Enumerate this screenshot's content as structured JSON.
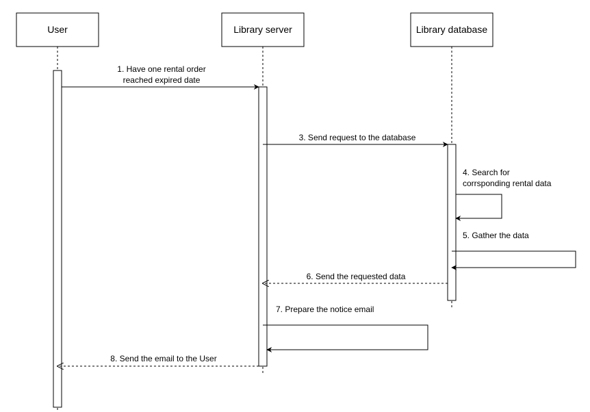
{
  "diagram": {
    "participants": [
      {
        "id": "user",
        "label": "User"
      },
      {
        "id": "server",
        "label": "Library server"
      },
      {
        "id": "db",
        "label": "Library database"
      }
    ],
    "messages": [
      {
        "id": "m1",
        "from": "user",
        "to": "server",
        "style": "solid",
        "lines": [
          "1. Have one rental order",
          "reached expired date"
        ]
      },
      {
        "id": "m3",
        "from": "server",
        "to": "db",
        "style": "solid",
        "lines": [
          "3. Send request to the database"
        ]
      },
      {
        "id": "m4",
        "from": "db",
        "to": "db",
        "style": "self",
        "lines": [
          "4. Search for",
          "corrsponding rental data"
        ]
      },
      {
        "id": "m5",
        "from": "db",
        "to": "db",
        "style": "self",
        "lines": [
          "5. Gather the data"
        ]
      },
      {
        "id": "m6",
        "from": "db",
        "to": "server",
        "style": "dashed",
        "lines": [
          "6. Send the requested data"
        ]
      },
      {
        "id": "m7",
        "from": "server",
        "to": "server",
        "style": "self",
        "lines": [
          "7. Prepare the notice email"
        ]
      },
      {
        "id": "m8",
        "from": "server",
        "to": "user",
        "style": "dashed",
        "lines": [
          "8. Send the email to the User"
        ]
      }
    ]
  }
}
